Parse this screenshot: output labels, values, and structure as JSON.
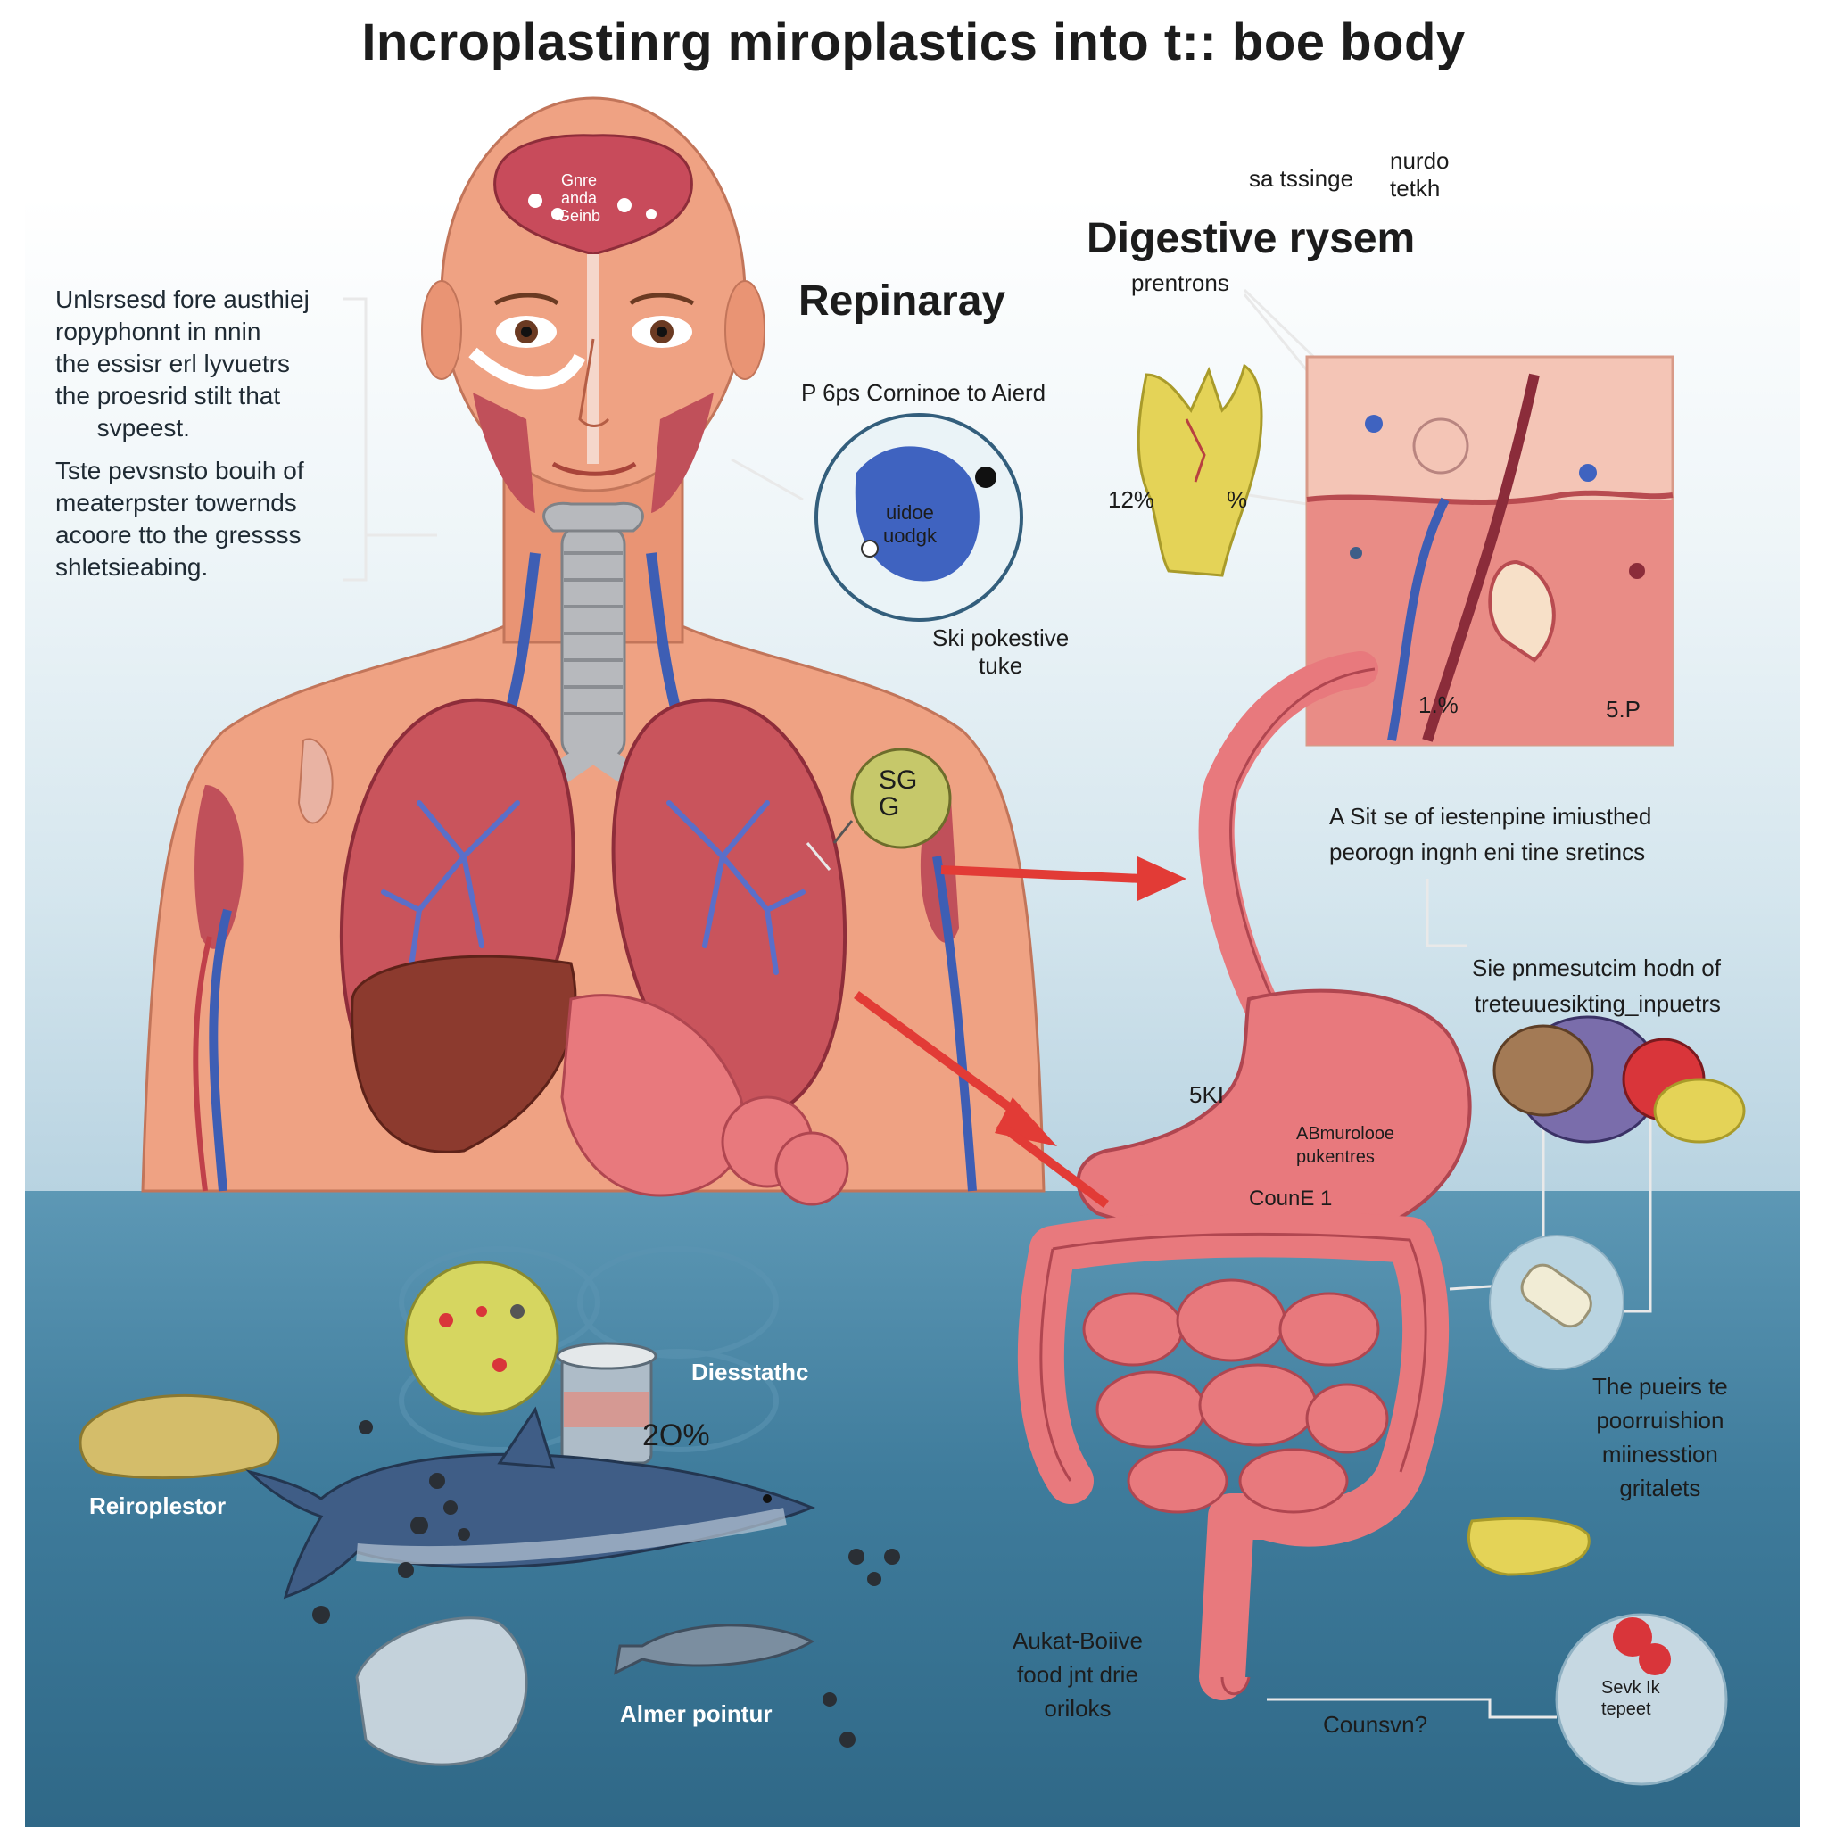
{
  "title": "Incroplastinrg miroplastics into t:: boe body",
  "sections": {
    "respiratory": "Repinaray",
    "digestive": "Digestive rysem"
  },
  "labels": {
    "top_right_a": "sa tssinge",
    "top_right_b": "nurdo\ntetkh",
    "prentrons": "prentrons",
    "p6ps": "P 6ps Corninoe to Aierd",
    "uidoe": "uidoe\nuodgk",
    "ski": "Ski pokestive\ntuke",
    "pct12": "12%",
    "pct_sym": "%",
    "pct1": "1.%",
    "p5": "5.P",
    "sg": "SG\nG",
    "ski5": "5KI",
    "abmu": "ABmurolooe\npukentres",
    "counel": "CounE 1",
    "a_sit": "A Sit se of iestenpine imiusthed\npeorogn ingnh eni tine sretincs",
    "sie": "Sie pnmesutcim hodn of\ntreteuuesikting_inpuetrs",
    "puers": "The pueirs te\npoorruishion\nmiinesstion\ngritalets",
    "aukat": "Aukat-Boiive\nfood jnt drie\noriloks",
    "counsvn": "Counsvn?",
    "sevk": "Sevk Ik\ntepeet",
    "diesstatic": "Diesstathc",
    "pct20": "2O%",
    "reiro": "Reiroplestor",
    "almer": "Almer pointur",
    "brain": "Gnre\nanda\nGeinb"
  },
  "intro": {
    "p1": "Unlsrsesd fore austhiej\nropyphonnt in nnin\nthe essisr erl lyvuetrs\nthe proesrid stilt that\n      svpeest.",
    "p2": "Tste pevsnsto bouih of\nmeaterpster towernds\nacoore tto the gressss\nshletsieabing."
  },
  "colors": {
    "skin": "#efa283",
    "lung": "#c9545c",
    "vein": "#3e5eb4",
    "arrow": "#e23b36",
    "sea": "#3f7c9c",
    "intestine": "#e8797d"
  }
}
